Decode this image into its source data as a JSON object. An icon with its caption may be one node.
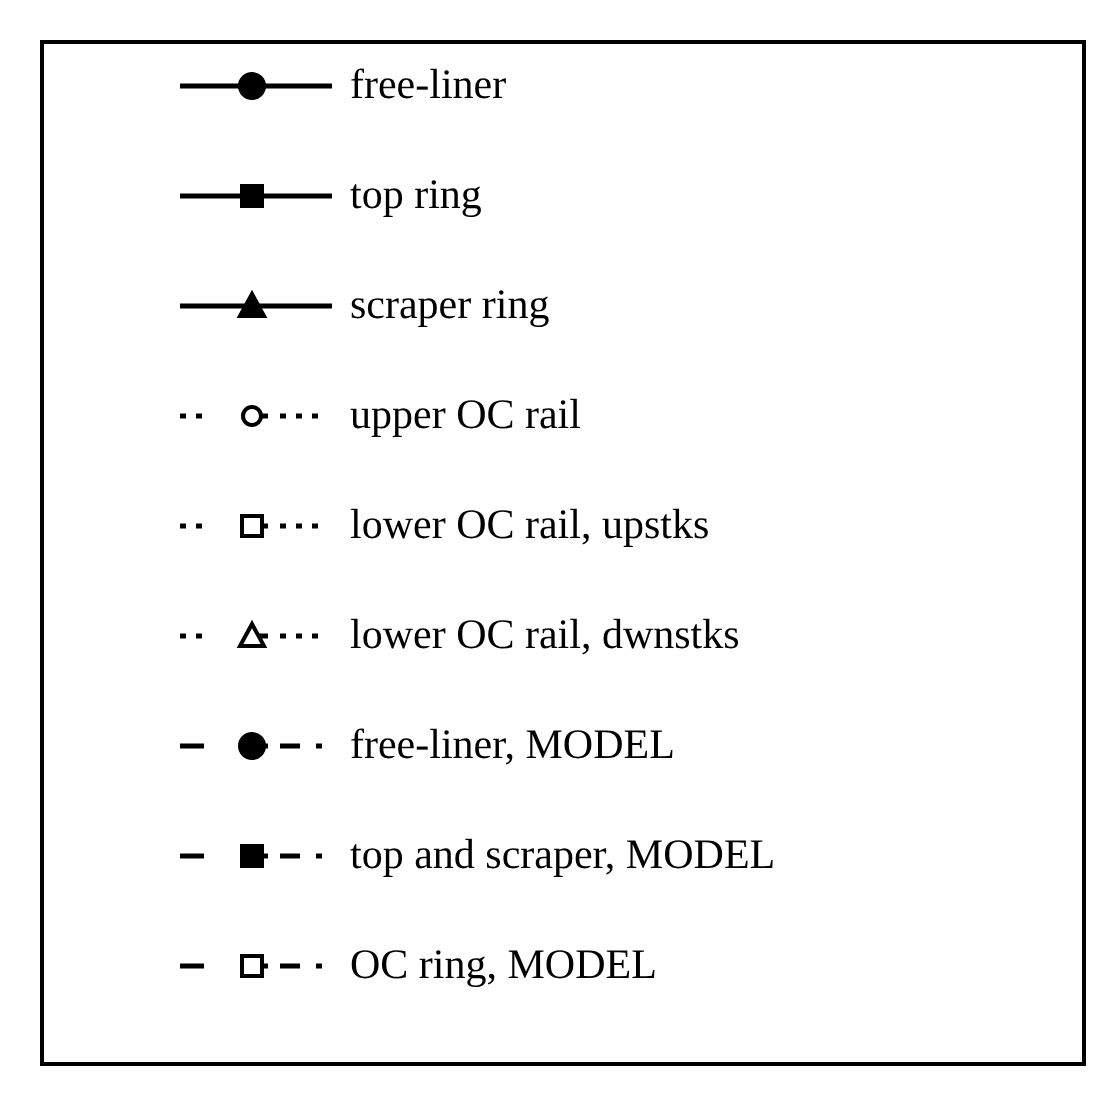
{
  "diagram": {
    "legend": [
      {
        "text": "free-liner"
      },
      {
        "text": "top ring"
      },
      {
        "text": "scraper ring"
      },
      {
        "text": "upper OC rail"
      },
      {
        "text": "lower OC rail, upstks"
      },
      {
        "text": "lower OC rail, dwnstks"
      },
      {
        "text": "free-liner, MODEL"
      },
      {
        "text": "top and scraper, MODEL"
      },
      {
        "text": "OC ring, MODEL"
      }
    ]
  }
}
